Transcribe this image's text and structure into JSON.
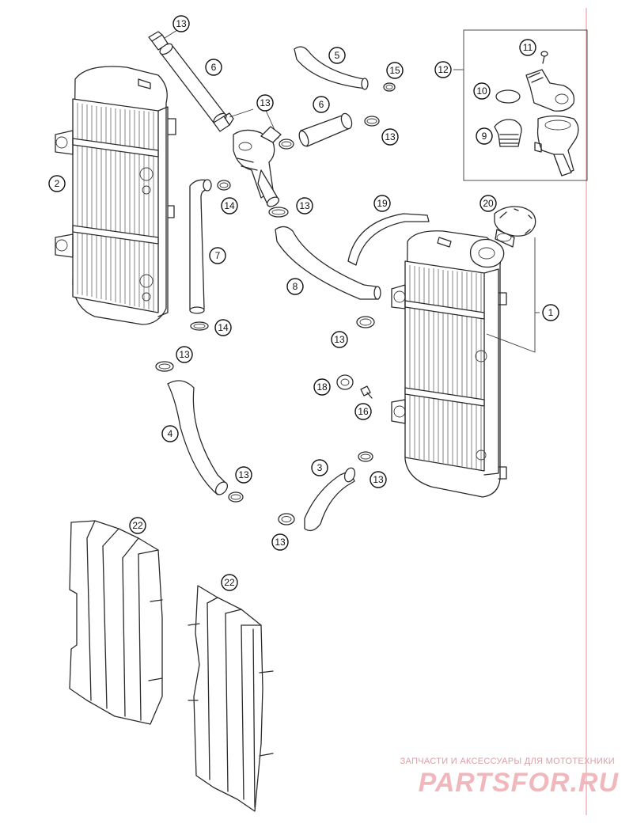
{
  "colors": {
    "line": "#2a2a2a",
    "fins": "#8f8f8f",
    "margin_line": "#e8a0a8",
    "watermark_text": "#d9a0a3",
    "watermark_logo": "#f0b8bc"
  },
  "callouts": [
    "1",
    "2",
    "3",
    "4",
    "5",
    "6",
    "7",
    "8",
    "9",
    "10",
    "11",
    "12",
    "13",
    "14",
    "15",
    "16",
    "18",
    "19",
    "20",
    "22"
  ],
  "watermark": {
    "tagline": "ЗАПЧАСТИ И АКСЕССУАРЫ ДЛЯ МОТОТЕХНИКИ",
    "logo": "PARTSFOR.RU"
  }
}
